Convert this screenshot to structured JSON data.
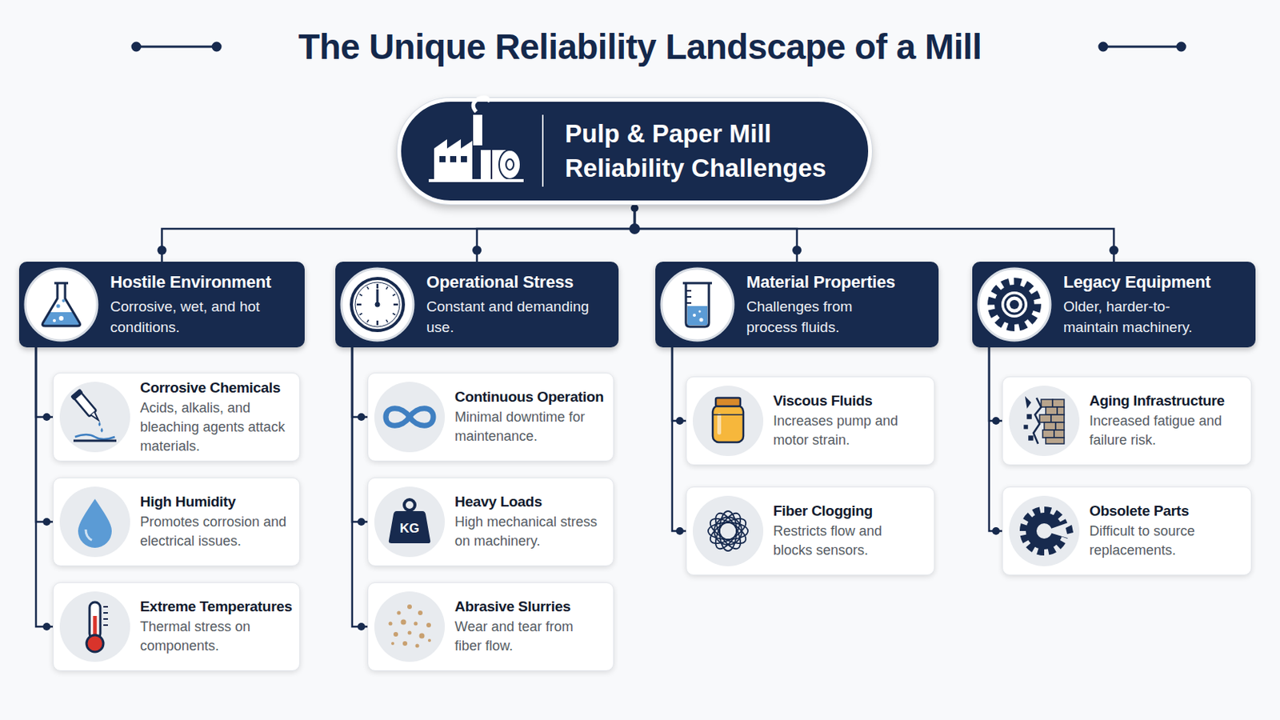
{
  "diagram": {
    "title": "The Unique Reliability Landscape of a Mill",
    "nodes": [
      {
        "text": [
          "Pulp & Paper Mill Reliability Challenges"
        ]
      },
      {
        "text": [
          "Hostile Environment",
          "Corrosive, wet, and hot conditions."
        ]
      },
      {
        "text": [
          "Corrosive Chemicals",
          "Acids, alkalis, and bleaching agents attack materials."
        ]
      },
      {
        "text": [
          "High Humidity",
          "Promotes corrosion and electrical issues."
        ]
      },
      {
        "text": [
          "Extreme Temperatures",
          "Thermal stress on components."
        ]
      },
      {
        "text": [
          "Operational Stress",
          "Constant and demanding use."
        ]
      },
      {
        "text": [
          "Continuous Operation",
          "Minimal downtime for maintenance."
        ]
      },
      {
        "text": [
          "Heavy Loads",
          "High mechanical stress on machinery."
        ]
      },
      {
        "text": [
          "Abrasive Slurries",
          "Wear and tear from fiber flow."
        ]
      },
      {
        "text": [
          "Material Properties",
          "Challenges from process fluids."
        ]
      },
      {
        "text": [
          "Viscous Fluids",
          "Increases pump and motor strain."
        ]
      },
      {
        "text": [
          "Fiber Clogging",
          "Restricts flow and blocks sensors."
        ]
      },
      {
        "text": [
          "Legacy Equipment",
          "Older, harder-to-maintain machinery."
        ]
      },
      {
        "text": [
          "Aging Infrastructure",
          "Increased fatigue and failure risk."
        ]
      },
      {
        "text": [
          "Obsolete Parts",
          "Difficult to source replacements."
        ]
      }
    ],
    "edges": [
      {
        "from": 0,
        "to": 1,
        "arrow": "none"
      },
      {
        "from": 0,
        "to": 5,
        "arrow": "none"
      },
      {
        "from": 0,
        "to": 9,
        "arrow": "none"
      },
      {
        "from": 0,
        "to": 12,
        "arrow": "none"
      },
      {
        "from": 1,
        "to": 2,
        "arrow": "none"
      },
      {
        "from": 1,
        "to": 3,
        "arrow": "none"
      },
      {
        "from": 1,
        "to": 4,
        "arrow": "none"
      },
      {
        "from": 5,
        "to": 6,
        "arrow": "none"
      },
      {
        "from": 5,
        "to": 7,
        "arrow": "none"
      },
      {
        "from": 5,
        "to": 8,
        "arrow": "none"
      },
      {
        "from": 9,
        "to": 10,
        "arrow": "none"
      },
      {
        "from": 9,
        "to": 11,
        "arrow": "none"
      },
      {
        "from": 12,
        "to": 13,
        "arrow": "none"
      },
      {
        "from": 12,
        "to": 14,
        "arrow": "none"
      }
    ],
    "labels": [
      "KG"
    ]
  }
}
